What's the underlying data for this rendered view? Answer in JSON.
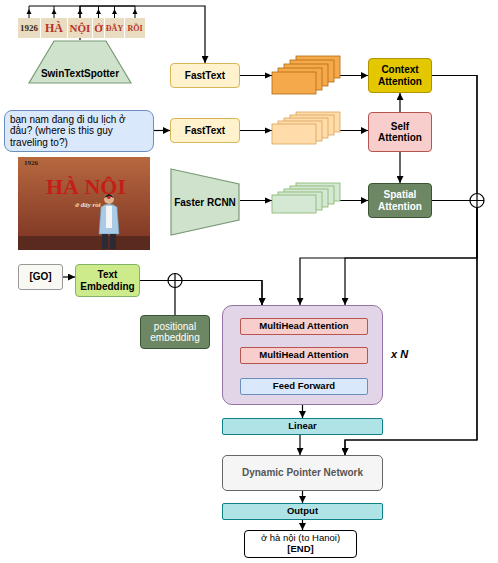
{
  "diagram": {
    "nodes": [
      {
        "text": [
          "SwinTextSpotter"
        ]
      },
      {
        "text": [
          "FastText"
        ]
      },
      {
        "text": [
          "Context Attention"
        ]
      },
      {
        "text": [
          "bạn nam đang đi du lịch ở đâu? (where is this guy traveling to?)"
        ]
      },
      {
        "text": [
          "FastText"
        ]
      },
      {
        "text": [
          "Self Attention"
        ]
      },
      {
        "text": [
          "Faster RCNN"
        ]
      },
      {
        "text": [
          "Spatial Attention"
        ]
      },
      {
        "text": [
          "[GO]"
        ]
      },
      {
        "text": [
          "Text Embedding"
        ]
      },
      {
        "text": [
          "positional embedding"
        ]
      },
      {
        "text": [
          "x N"
        ]
      },
      {
        "text": [
          "MultiHead Attention"
        ],
        "in": 11
      },
      {
        "text": [
          "MultiHead Attention"
        ],
        "in": 11
      },
      {
        "text": [
          "Feed Forward"
        ],
        "in": 11
      },
      {
        "text": [
          "Linear"
        ]
      },
      {
        "text": [
          "Dynamic Pointer Network"
        ]
      },
      {
        "text": [
          "Output"
        ]
      },
      {
        "text": [
          "ở hà nội (to Hanoi)",
          "[END]"
        ]
      }
    ],
    "edges": [
      {
        "from": 0,
        "to": 1,
        "arrow": "to"
      },
      {
        "from": 1,
        "to": 2,
        "arrow": "to"
      },
      {
        "from": 3,
        "to": 4,
        "arrow": "to"
      },
      {
        "from": 4,
        "to": 5,
        "arrow": "to"
      },
      {
        "from": 5,
        "to": 2,
        "arrow": "to"
      },
      {
        "from": 5,
        "to": 7,
        "arrow": "to"
      },
      {
        "from": 6,
        "to": 7,
        "arrow": "to"
      },
      {
        "from": 2,
        "to": 11,
        "arrow": "to"
      },
      {
        "from": 7,
        "to": 11,
        "arrow": "to"
      },
      {
        "from": 2,
        "to": 16,
        "arrow": "to"
      },
      {
        "from": 7,
        "to": 16,
        "arrow": "to"
      },
      {
        "from": 8,
        "to": 9,
        "arrow": "to"
      },
      {
        "from": 9,
        "to": 11,
        "arrow": "to"
      },
      {
        "from": 10,
        "to": 11,
        "arrow": "to"
      },
      {
        "from": 12,
        "to": 13,
        "arrow": "to"
      },
      {
        "from": 13,
        "to": 14,
        "arrow": "to"
      },
      {
        "from": 11,
        "to": 15,
        "arrow": "to"
      },
      {
        "from": 15,
        "to": 16,
        "arrow": "to"
      },
      {
        "from": 16,
        "to": 17,
        "arrow": "to"
      },
      {
        "from": 17,
        "to": 18,
        "arrow": "to"
      }
    ],
    "labels": [
      "1926",
      "HÀ",
      "NỘI",
      "Ở",
      "ĐÂY",
      "RỒI",
      "1926",
      "HÀ NỘI",
      "ở đây rồi"
    ]
  }
}
